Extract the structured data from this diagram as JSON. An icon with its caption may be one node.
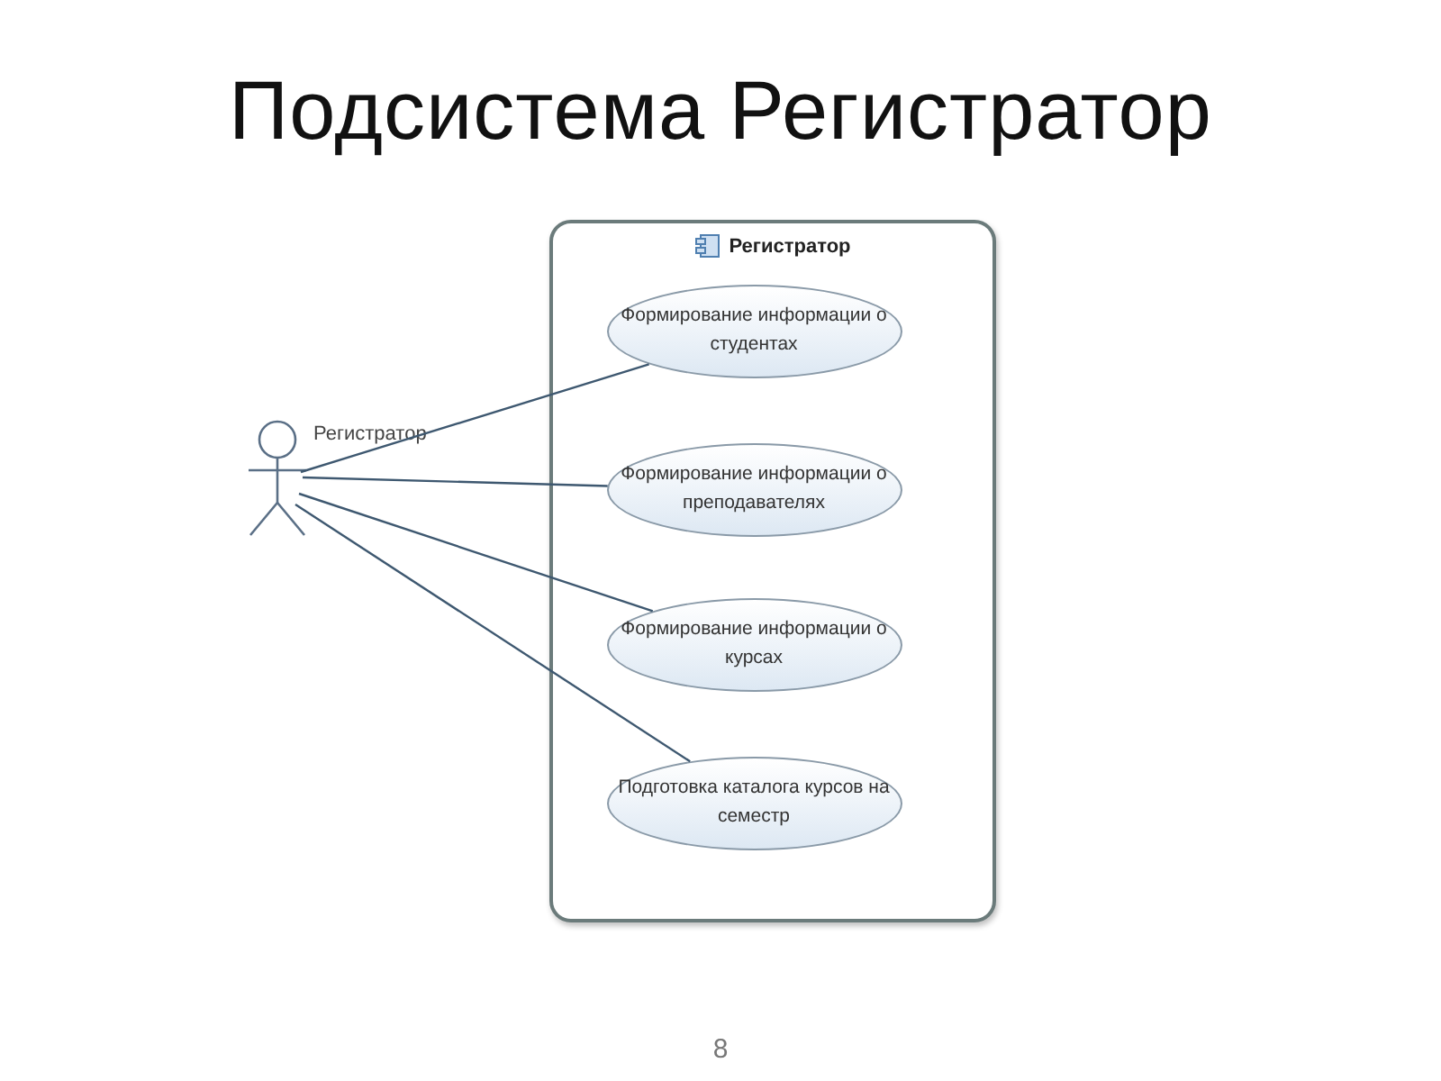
{
  "diagram": {
    "title": "Подсистема Регистратор",
    "nodes": [
      {
        "text": [
          "Регистратор"
        ]
      },
      {
        "text": [
          "Формирование информации о студентах"
        ],
        "in": 0
      },
      {
        "text": [
          "Формирование информации о преподавателях"
        ],
        "in": 0
      },
      {
        "text": [
          "Формирование информации о курсах"
        ],
        "in": 0
      },
      {
        "text": [
          "Подготовка каталога курсов на семестр"
        ],
        "in": 0
      },
      {
        "text": [],
        "shape": "person",
        "beside": [
          "Регистратор"
        ]
      }
    ],
    "edges": [
      {
        "from": 5,
        "to": 1,
        "arrow": "none"
      },
      {
        "from": 5,
        "to": 2,
        "arrow": "none"
      },
      {
        "from": 5,
        "to": 3,
        "arrow": "none"
      },
      {
        "from": 5,
        "to": 4,
        "arrow": "none"
      }
    ],
    "labels": [
      "8"
    ]
  }
}
